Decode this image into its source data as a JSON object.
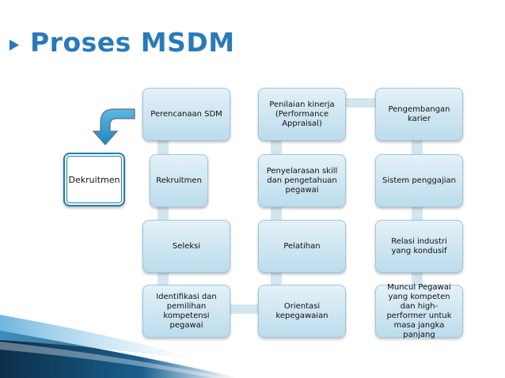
{
  "title": "Proses MSDM",
  "side_node": "Dekruitmen",
  "columns": [
    [
      "Perencanaan SDM",
      "Rekruitmen",
      "Seleksi",
      "Identifikasi dan pemilihan kompetensi pegawai"
    ],
    [
      "Penilaian kinerja (Performance Appraisal)",
      "Penyelarasan skill dan pengetahuan pegawai",
      "Pelatihan",
      "Orientasi kepegawaian"
    ],
    [
      "Pengembangan karier",
      "Sistem penggajian",
      "Relasi industri yang kondusif",
      "Muncul Pegawai yang kompeten dan high-performer untuk masa jangka panjang"
    ]
  ],
  "colors": {
    "title": "#2a7ab8",
    "box_top": "#e4f1f8",
    "box_bottom": "#bcdcec",
    "arrow": "#2f9bd0",
    "dekruitmen_border": "#1f7fb3"
  }
}
